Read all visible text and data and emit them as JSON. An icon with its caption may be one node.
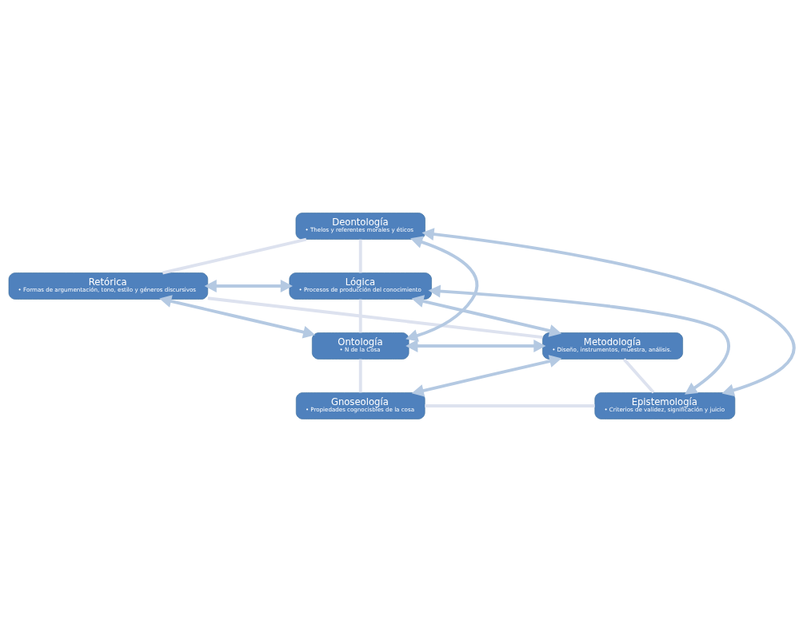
{
  "diagram": {
    "nodes": [
      {
        "text": [
          "Deontología",
          "• Thelos y referentes morales y éticos"
        ]
      },
      {
        "text": [
          "Lógica",
          "• Procesos de producción del conocimiento"
        ]
      },
      {
        "text": [
          "Ontología",
          "• N de la Cosa"
        ]
      },
      {
        "text": [
          "Gnoseología",
          "• Propiedades cognocisbles de la cosa"
        ]
      },
      {
        "text": [
          "Epistemología",
          "• Criterios de validez, significación y juicio"
        ]
      },
      {
        "text": [
          "Metodología",
          "• Diseño, instrumentos, muestra, análisis."
        ]
      },
      {
        "text": [
          "Retórica",
          "• Formas de argumentación, tono, estilo y géneros discursivos"
        ]
      }
    ],
    "edges": [
      {
        "from": 0,
        "to": 1,
        "arrow": "none",
        "color": "#dde2ef"
      },
      {
        "from": 1,
        "to": 2,
        "arrow": "none",
        "color": "#dde2ef"
      },
      {
        "from": 2,
        "to": 3,
        "arrow": "none",
        "color": "#dde2ef"
      },
      {
        "from": 3,
        "to": 4,
        "arrow": "none",
        "color": "#dde2ef"
      },
      {
        "from": 4,
        "to": 5,
        "arrow": "none",
        "color": "#dde2ef"
      },
      {
        "from": 5,
        "to": 6,
        "arrow": "none",
        "color": "#dde2ef"
      },
      {
        "from": 6,
        "to": 0,
        "arrow": "none",
        "color": "#dde2ef"
      },
      {
        "from": 6,
        "to": 1,
        "arrow": "both"
      },
      {
        "from": 6,
        "to": 2,
        "arrow": "both"
      },
      {
        "from": 5,
        "to": 1,
        "arrow": "both"
      },
      {
        "from": 5,
        "to": 2,
        "arrow": "both"
      },
      {
        "from": 5,
        "to": 3,
        "arrow": "both"
      },
      {
        "from": 0,
        "to": 2,
        "arrow": "both"
      },
      {
        "from": 0,
        "to": 4,
        "arrow": "both"
      },
      {
        "from": 4,
        "to": 1,
        "arrow": "both"
      }
    ]
  }
}
